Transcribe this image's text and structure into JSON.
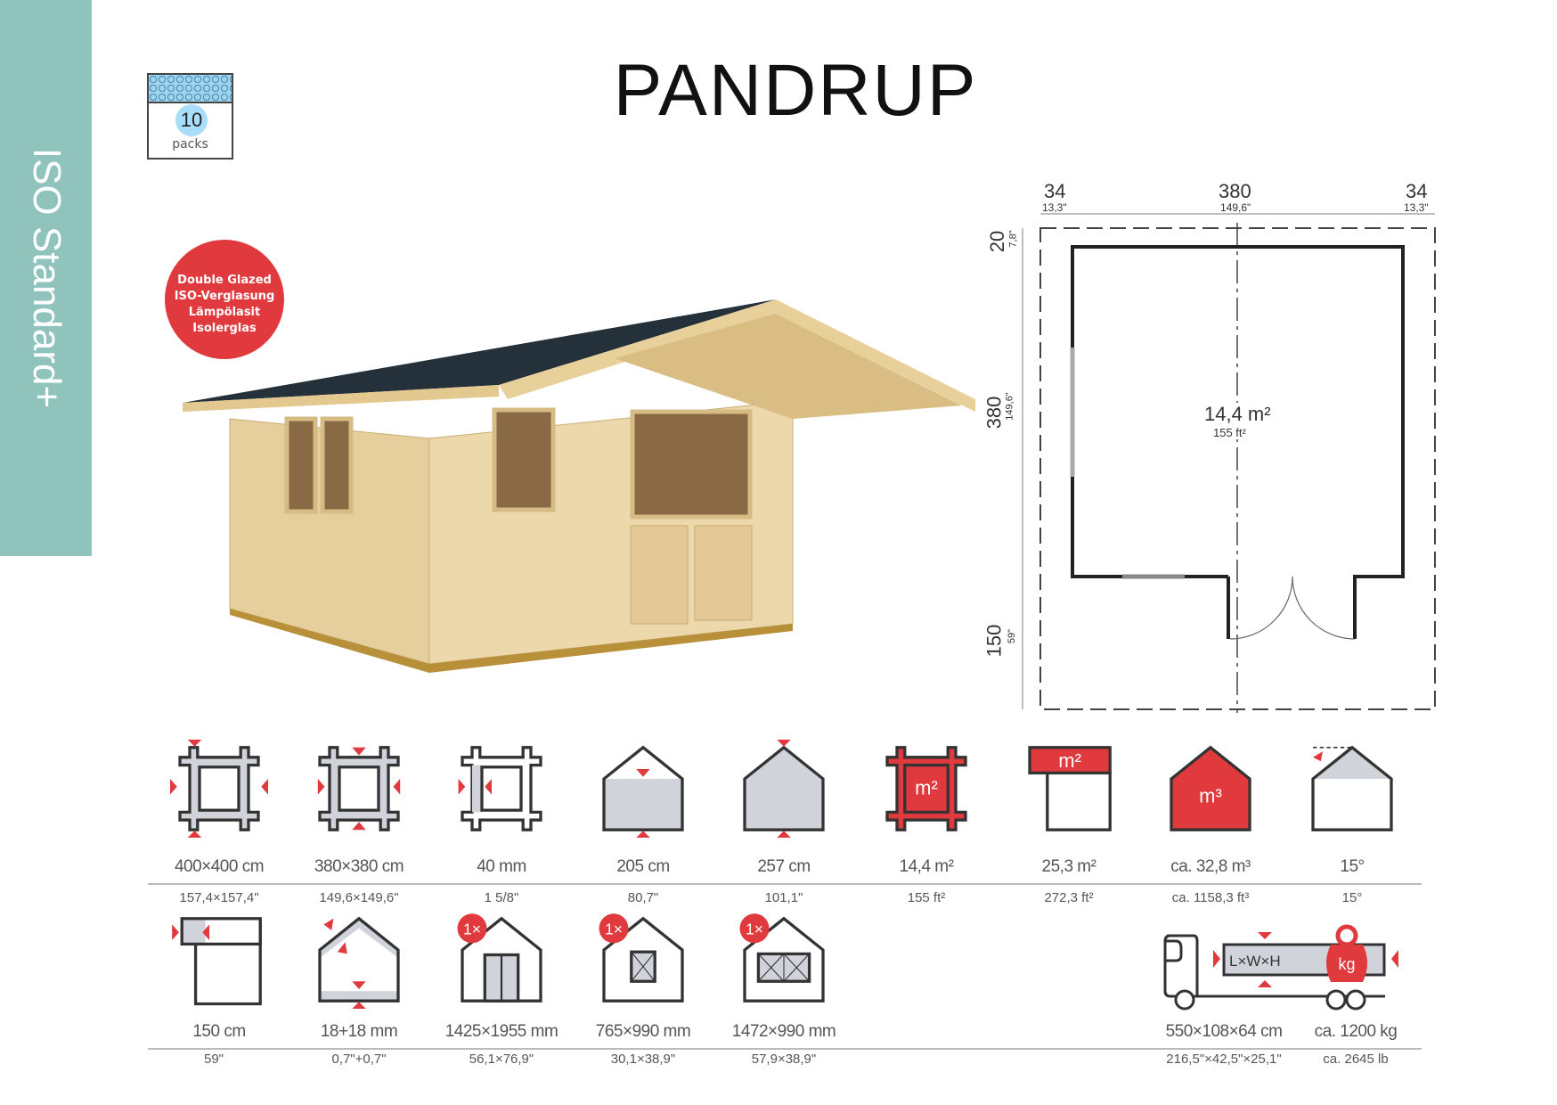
{
  "sidebar": {
    "label": "ISO Standard+"
  },
  "title": "PANDRUP",
  "pack": {
    "count": "10",
    "unit": "packs"
  },
  "badge": {
    "lines": [
      "Double Glazed",
      "ISO-Verglasung",
      "Lämpölasit",
      "Isolerglas"
    ]
  },
  "floorplan": {
    "top_dims": [
      {
        "cm": "34",
        "in": "13,3\""
      },
      {
        "cm": "380",
        "in": "149,6\""
      },
      {
        "cm": "34",
        "in": "13,3\""
      }
    ],
    "side_dims": [
      {
        "cm": "20",
        "in": "7,8\""
      },
      {
        "cm": "380",
        "in": "149,6\""
      },
      {
        "cm": "150",
        "in": "59\""
      }
    ],
    "area_m2": "14,4 m²",
    "area_ft2": "155 ft²"
  },
  "specs_row1": [
    {
      "icon": "outer-dimensions-icon",
      "value": "400×400 cm",
      "imperial": "157,4×157,4\""
    },
    {
      "icon": "inner-dimensions-icon",
      "value": "380×380 cm",
      "imperial": "149,6×149,6\""
    },
    {
      "icon": "wall-thickness-icon",
      "value": "40 mm",
      "imperial": "1 5/8\""
    },
    {
      "icon": "side-wall-height-icon",
      "value": "205 cm",
      "imperial": "80,7\""
    },
    {
      "icon": "ridge-height-icon",
      "value": "257 cm",
      "imperial": "101,1\""
    },
    {
      "icon": "floor-area-icon",
      "value": "14,4 m²",
      "imperial": "155 ft²"
    },
    {
      "icon": "roof-area-icon",
      "value": "25,3 m²",
      "imperial": "272,3 ft²"
    },
    {
      "icon": "volume-icon",
      "value": "ca. 32,8 m³",
      "imperial": "ca. 1158,3 ft³"
    },
    {
      "icon": "roof-pitch-icon",
      "value": "15°",
      "imperial": "15°"
    }
  ],
  "specs_row2": [
    {
      "icon": "overhang-icon",
      "value": "150 cm",
      "imperial": "59\""
    },
    {
      "icon": "floor-roof-thickness-icon",
      "value": "18+18 mm",
      "imperial": "0,7\"+0,7\""
    },
    {
      "icon": "door-icon",
      "count": "1×",
      "value": "1425×1955 mm",
      "imperial": "56,1×76,9\""
    },
    {
      "icon": "window-icon",
      "count": "1×",
      "value": "765×990 mm",
      "imperial": "30,1×38,9\""
    },
    {
      "icon": "double-window-icon",
      "count": "1×",
      "value": "1472×990 mm",
      "imperial": "57,9×38,9\""
    }
  ],
  "transport": {
    "box_label": "L×W×H",
    "weight_label": "kg",
    "dimensions": "550×108×64 cm",
    "dimensions_imperial": "216,5\"×42,5\"×25,1\"",
    "weight": "ca. 1200 kg",
    "weight_imperial": "ca. 2645 lb"
  },
  "colors": {
    "accent": "#e0393e",
    "sidebar": "#8fc3bb",
    "icon_fill": "#d0d4da"
  }
}
